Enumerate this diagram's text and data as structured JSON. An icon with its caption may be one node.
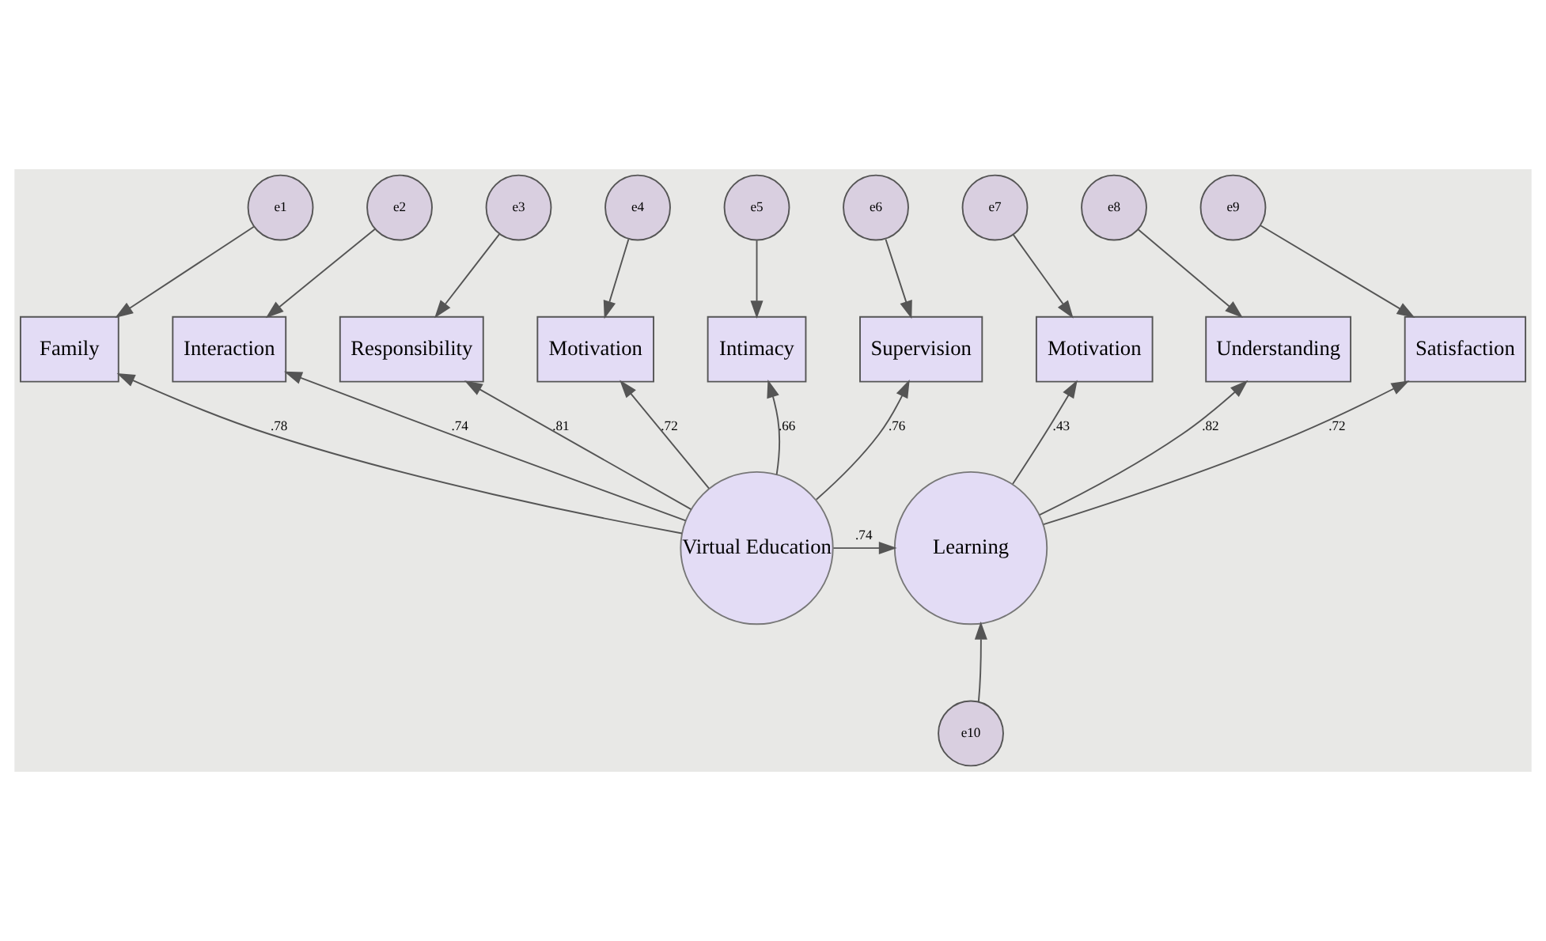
{
  "diagram": {
    "nodes": [
      {
        "text": [
          "e1"
        ]
      },
      {
        "text": [
          "e2"
        ]
      },
      {
        "text": [
          "e3"
        ]
      },
      {
        "text": [
          "e4"
        ]
      },
      {
        "text": [
          "e5"
        ]
      },
      {
        "text": [
          "e6"
        ]
      },
      {
        "text": [
          "e7"
        ]
      },
      {
        "text": [
          "e8"
        ]
      },
      {
        "text": [
          "e9"
        ]
      },
      {
        "text": [
          "Family"
        ]
      },
      {
        "text": [
          "Interaction"
        ]
      },
      {
        "text": [
          "Responsibility"
        ]
      },
      {
        "text": [
          "Motivation"
        ]
      },
      {
        "text": [
          "Intimacy"
        ]
      },
      {
        "text": [
          "Supervision"
        ]
      },
      {
        "text": [
          "Motivation"
        ]
      },
      {
        "text": [
          "Understanding"
        ]
      },
      {
        "text": [
          "Satisfaction"
        ]
      },
      {
        "text": [
          "Virtual Education"
        ]
      },
      {
        "text": [
          "Learning"
        ]
      },
      {
        "text": [
          "e10"
        ]
      }
    ],
    "edges": [
      {
        "from": 0,
        "to": 9,
        "arrow": "to"
      },
      {
        "from": 1,
        "to": 10,
        "arrow": "to"
      },
      {
        "from": 2,
        "to": 11,
        "arrow": "to"
      },
      {
        "from": 3,
        "to": 12,
        "arrow": "to"
      },
      {
        "from": 4,
        "to": 13,
        "arrow": "to"
      },
      {
        "from": 5,
        "to": 14,
        "arrow": "to"
      },
      {
        "from": 6,
        "to": 15,
        "arrow": "to"
      },
      {
        "from": 7,
        "to": 16,
        "arrow": "to"
      },
      {
        "from": 8,
        "to": 17,
        "arrow": "to"
      },
      {
        "from": 18,
        "to": 9,
        "arrow": "to",
        "label": ".78"
      },
      {
        "from": 18,
        "to": 10,
        "arrow": "to",
        "label": ".74"
      },
      {
        "from": 18,
        "to": 11,
        "arrow": "to",
        "label": ".81"
      },
      {
        "from": 18,
        "to": 12,
        "arrow": "to",
        "label": ".72"
      },
      {
        "from": 18,
        "to": 13,
        "arrow": "to",
        "label": ".66"
      },
      {
        "from": 18,
        "to": 14,
        "arrow": "to",
        "label": ".76"
      },
      {
        "from": 19,
        "to": 15,
        "arrow": "to",
        "label": ".43"
      },
      {
        "from": 19,
        "to": 16,
        "arrow": "to",
        "label": ".82"
      },
      {
        "from": 19,
        "to": 17,
        "arrow": "to",
        "label": ".72"
      },
      {
        "from": 18,
        "to": 19,
        "arrow": "to",
        "label": ".74"
      },
      {
        "from": 20,
        "to": 19,
        "arrow": "to"
      }
    ]
  }
}
